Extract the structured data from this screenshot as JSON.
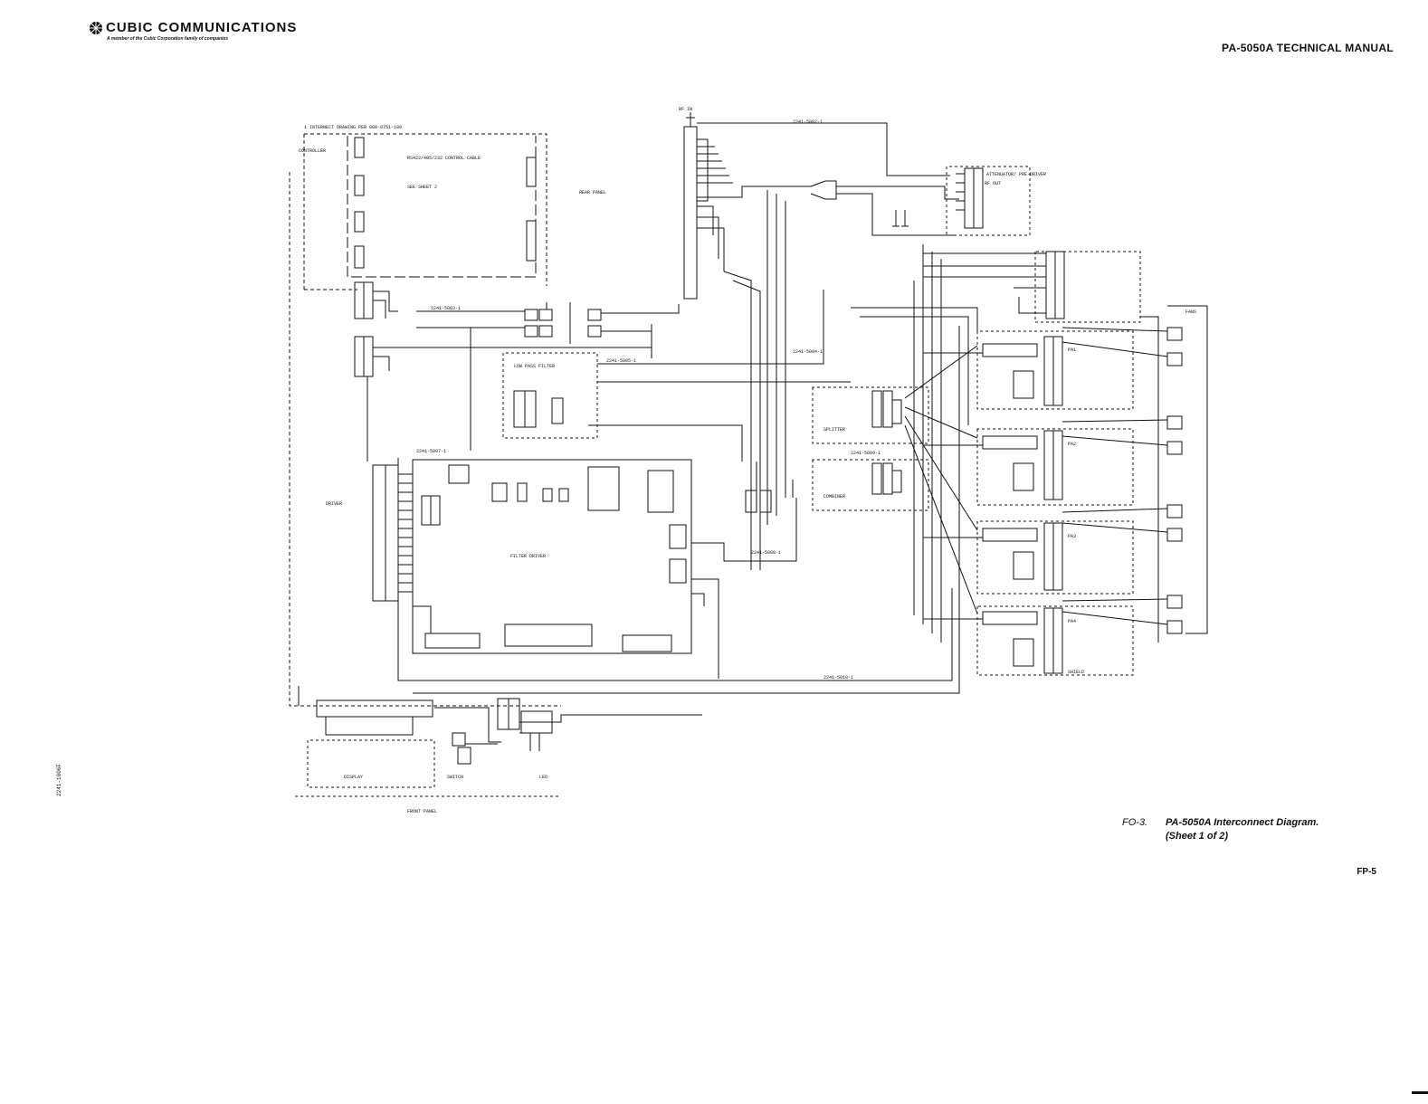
{
  "header": {
    "company_name": "CUBIC COMMUNICATIONS",
    "tagline": "A member of the Cubic Corporation family of companies",
    "manual_title": "PA-5050A TECHNICAL MANUAL"
  },
  "figure": {
    "number": "FO-3.",
    "title": "PA-5050A Interconnect Diagram.",
    "subtitle": "(Sheet 1 of 2)"
  },
  "footer": {
    "page_id": "FP-5",
    "side_code": "2241-1006F"
  },
  "diagram": {
    "labels": {
      "rf_in": "RF IN",
      "rear_panel": "REAR PANEL",
      "front_panel": "FRONT PANEL",
      "control_cable": "RS422/485/232 CONTROL CABLE",
      "see_sheet": "SEE SHEET 2",
      "controller": "CONTROLLER",
      "low_pass_filter": "LOW PASS FILTER",
      "filter_driver": "FILTER DRIVER",
      "driver": "DRIVER",
      "splitter": "SPLITTER",
      "combiner": "COMBINER",
      "attenuator": "ATTENUATOR/ PRE-DRIVER",
      "display": "DISPLAY",
      "switch": "SWITCH",
      "led": "LED",
      "pa1": "PA1",
      "pa2": "PA2",
      "pa3": "PA3",
      "pa4": "PA4",
      "fans": "FANS",
      "rf_out": "RF OUT",
      "shield": "SHIELD"
    },
    "cables": [
      "2241-5002-1",
      "2241-5003-1",
      "2241-5004-1",
      "2241-5005-1",
      "2241-5007-1",
      "2241-5008-1",
      "2241-5009-1",
      "2241-5010-1"
    ]
  }
}
